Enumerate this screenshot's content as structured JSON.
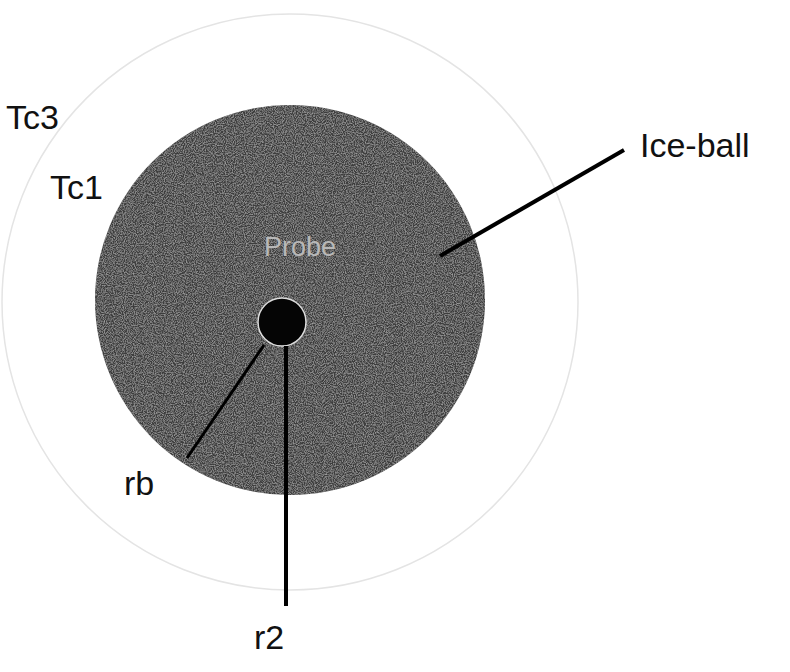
{
  "diagram": {
    "labels": [
      "Tc3",
      "Tc1",
      "Probe",
      "Ice-ball",
      "rb",
      "r2"
    ]
  }
}
